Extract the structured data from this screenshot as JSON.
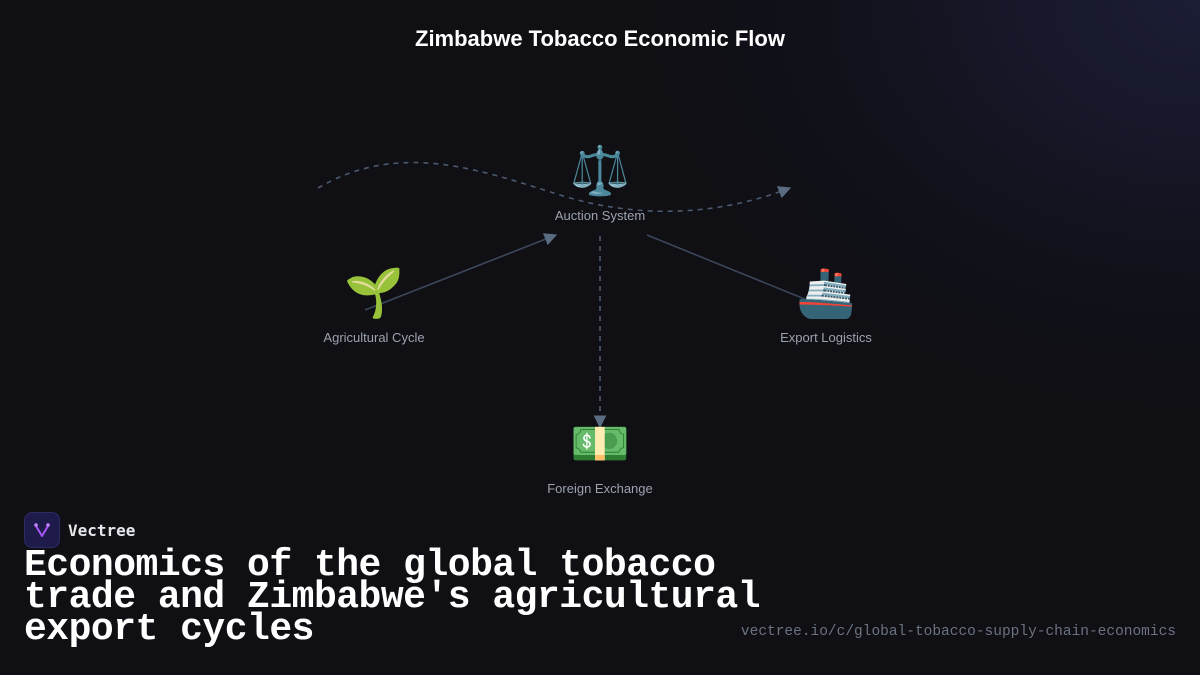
{
  "diagram": {
    "title": "Zimbabwe Tobacco Economic Flow",
    "nodes": [
      {
        "id": "auction",
        "label": "Auction System",
        "icon": "⚖️",
        "icon_name": "balance-scale-icon"
      },
      {
        "id": "agri",
        "label": "Agricultural Cycle",
        "icon": "🌱",
        "icon_name": "seedling-icon"
      },
      {
        "id": "export",
        "label": "Export Logistics",
        "icon": "🚢",
        "icon_name": "ship-icon"
      },
      {
        "id": "forex",
        "label": "Foreign Exchange",
        "icon": "💵",
        "icon_name": "dollar-banknote-icon"
      }
    ],
    "edges": [
      {
        "from": "Agricultural Cycle",
        "to": "Auction System",
        "style": "solid",
        "arrow": true
      },
      {
        "from": "Auction System",
        "to": "Export Logistics",
        "style": "solid",
        "arrow": false
      },
      {
        "from": "Auction System",
        "to": "Foreign Exchange",
        "style": "dashed",
        "arrow": true
      },
      {
        "from": "Agricultural Cycle",
        "to": "Export Logistics",
        "style": "dashed-curve",
        "arrow": true
      }
    ],
    "colors": {
      "edge": "#4b5a70",
      "label": "#9ca3af",
      "title": "#ffffff"
    }
  },
  "brand": {
    "name": "Vectree",
    "logo_color": "#a855f7"
  },
  "headline": "Economics of the global tobacco trade and Zimbabwe's agricultural export cycles",
  "url": "vectree.io/c/global-tobacco-supply-chain-economics"
}
